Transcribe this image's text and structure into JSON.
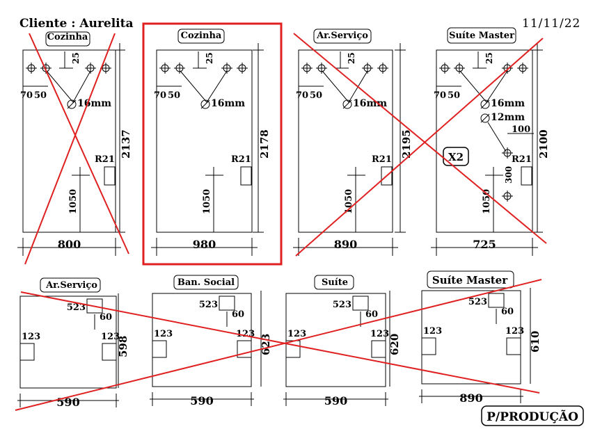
{
  "header": {
    "client": "Cliente : Aurelita",
    "date": "11/11/22"
  },
  "footer": {
    "production_note": "P/PRODUÇÃO"
  },
  "top_row": [
    {
      "label": "Cozinha",
      "width": "800",
      "height": "2137",
      "holes_label": "16mm",
      "offsets": [
        "70",
        "50"
      ],
      "gap": "25",
      "radius": "R21",
      "outlet_height": "1050",
      "crossed_out": true
    },
    {
      "label": "Cozinha",
      "width": "980",
      "height": "2178",
      "holes_label": "16mm",
      "offsets": [
        "70",
        "50"
      ],
      "gap": "25",
      "radius": "R21",
      "outlet_height": "1050",
      "highlighted": true,
      "highlight_color": "#e02020"
    },
    {
      "label": "Ar.Serviço",
      "width": "890",
      "height": "2195",
      "holes_label": "16mm",
      "offsets": [
        "70",
        "50"
      ],
      "gap": "25",
      "radius": "R21",
      "outlet_height": "1050",
      "crossed_out": true
    },
    {
      "label": "Suíte Master",
      "width": "725",
      "height": "2100",
      "holes_label": "16mm",
      "holes_label_2": "12mm",
      "dim_100": "100",
      "dim_300": "300",
      "offsets": [
        "70",
        "50"
      ],
      "gap": "25",
      "radius": "R21",
      "outlet_height": "1050",
      "multiplier": "X2",
      "crossed_out": true
    }
  ],
  "bottom_row": [
    {
      "label": "Ar.Serviço",
      "width": "590",
      "height": "598",
      "dim_top": "523",
      "dim_60": "60",
      "dim_left": "123",
      "dim_right": "123"
    },
    {
      "label": "Ban. Social",
      "width": "590",
      "height": "623",
      "dim_top": "523",
      "dim_60": "60",
      "dim_left": "123",
      "dim_right": "123"
    },
    {
      "label": "Suíte",
      "width": "590",
      "height": "620",
      "dim_top": "523",
      "dim_60": "60",
      "dim_left": "123",
      "dim_right": "123"
    },
    {
      "label": "Suíte Master",
      "width": "890",
      "height": "610",
      "dim_top": "523",
      "dim_60": "60",
      "dim_left": "123",
      "dim_right": "123"
    }
  ],
  "colors": {
    "cross_out": "#e02020",
    "ink": "#000000"
  },
  "icons": {
    "hole": "crosshair-hole-icon",
    "diameter": "diameter-icon"
  }
}
